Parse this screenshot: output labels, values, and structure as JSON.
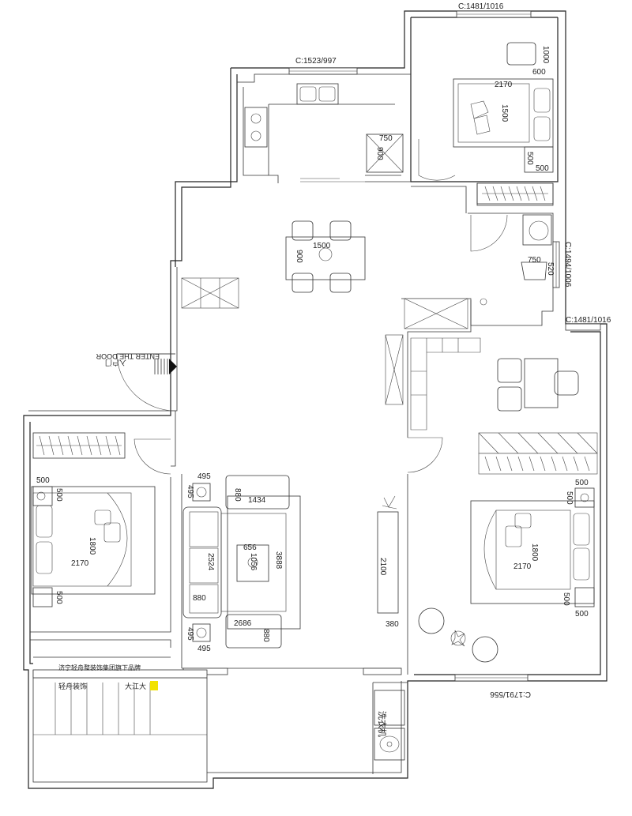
{
  "window_labels": {
    "master_top": "C:1481/1016",
    "kitchen": "C:1523/997",
    "bath": "C:1494/1006",
    "bedroom_right": "C:1481/1016",
    "bottom": "C:1791/556"
  },
  "entrance": {
    "text_cn": "入户门",
    "text_en": "ENTER THE DOOR"
  },
  "dims": {
    "bed_top_w": "2170",
    "bed_top_l": "1500",
    "chair_top_w": "600",
    "chair_top_h": "1000",
    "night_top_a": "500",
    "night_top_b": "500",
    "kitchen_counter": "750",
    "kitchen_fridge": "900",
    "dining_table": "1500",
    "dining_depth": "900",
    "toilet_w": "750",
    "toilet_h": "520",
    "left_night_a": "500",
    "left_night_b": "500",
    "left_bed_l": "1800",
    "left_bed_w": "2170",
    "left_night_c": "500",
    "sofa_side_a": "495",
    "sofa_side_b": "495",
    "arm_a": "880",
    "sofa_table": "1434",
    "sofa_len": "2524",
    "coffee_w": "656",
    "coffee_h": "1056",
    "rug_h": "3888",
    "sofa_depth": "880",
    "rug_w": "2686",
    "arm_b": "880",
    "side_c": "495",
    "side_d": "495",
    "tv_len": "2100",
    "tv_depth": "380",
    "right_night_a": "500",
    "right_night_b": "500",
    "right_bed_l": "1800",
    "right_bed_w": "2170",
    "right_night_c": "500",
    "right_night_d": "500"
  },
  "washer": "洗衣机",
  "brand": {
    "slogan": "济宁轻舟整装饰集团旗下品牌",
    "name_a": "轻舟装饰",
    "name_b": "大江大"
  }
}
